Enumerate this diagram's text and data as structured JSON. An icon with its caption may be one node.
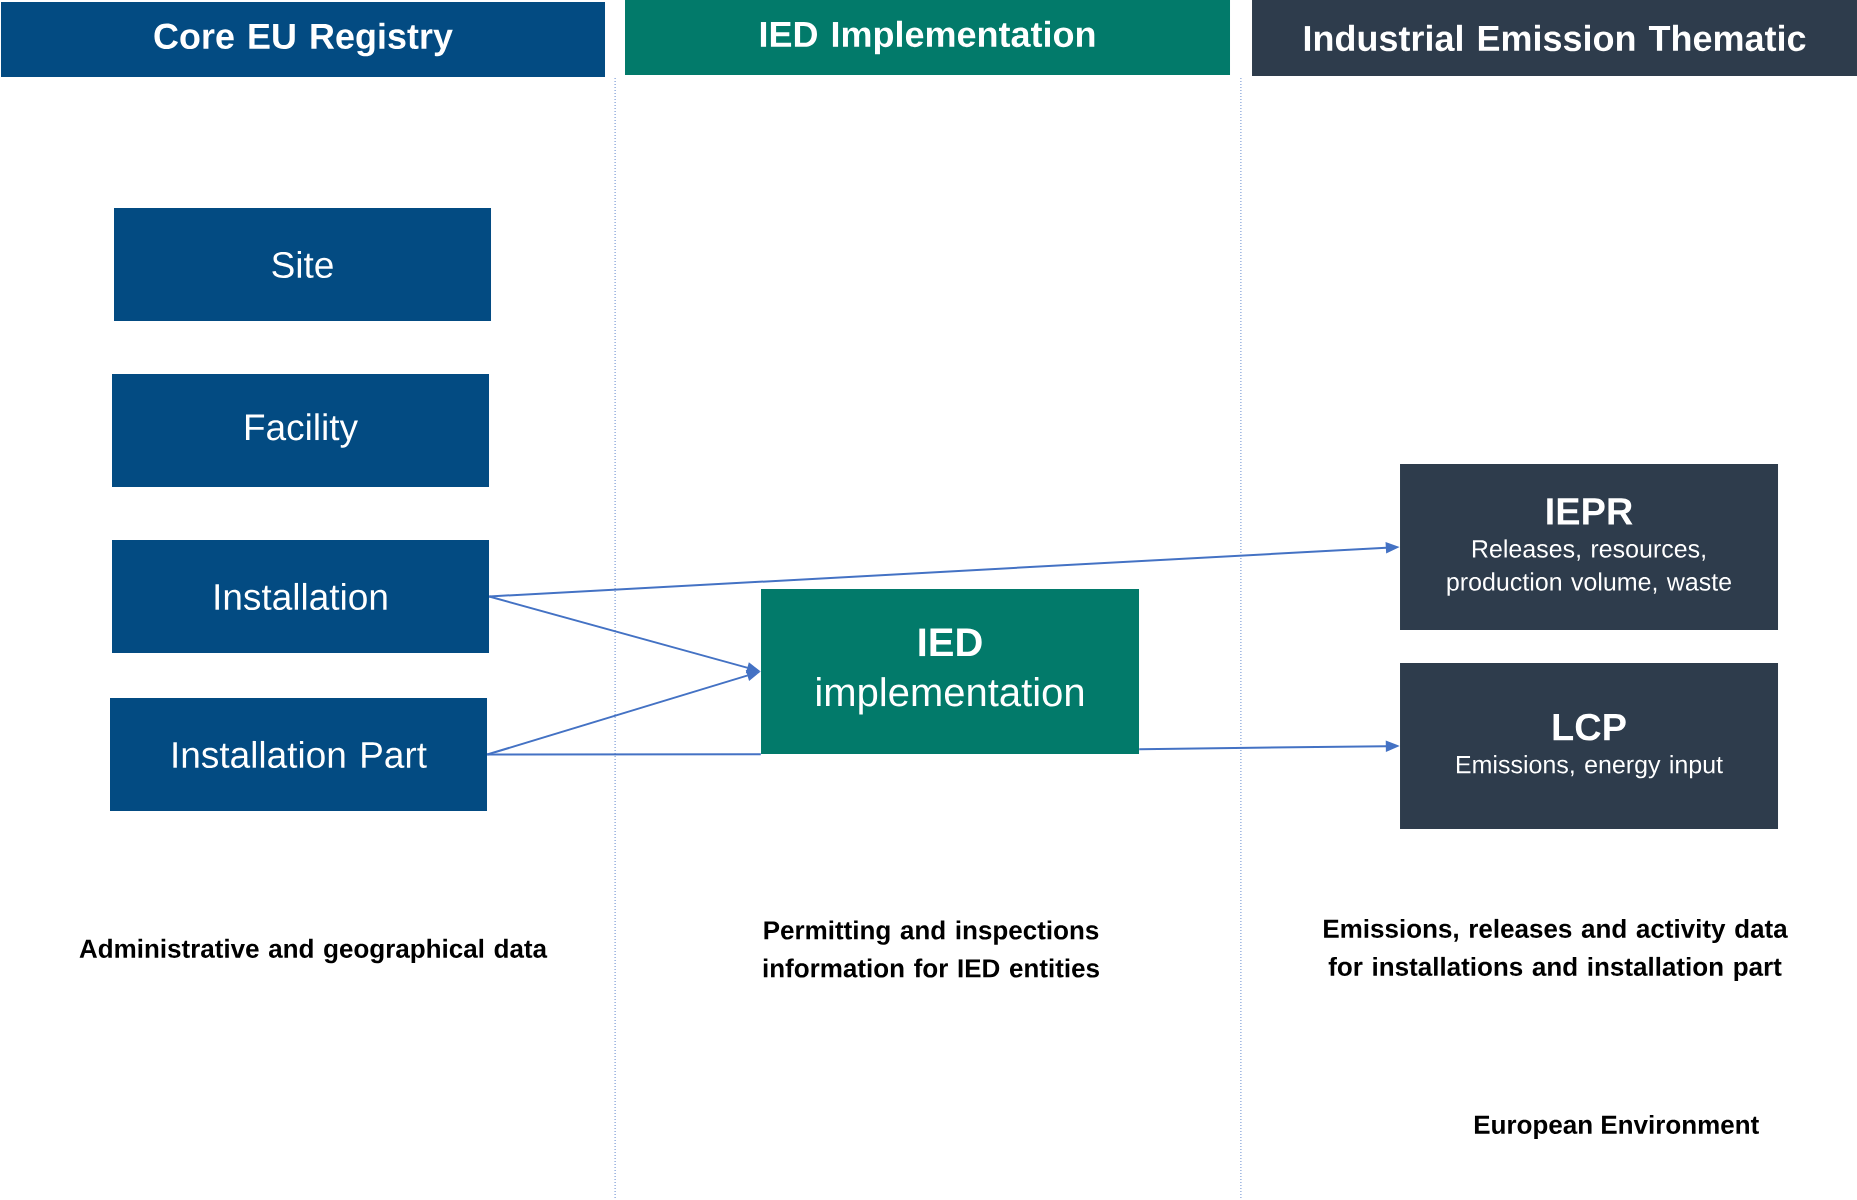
{
  "diagram": {
    "nodes": [
      {
        "text": [
          "Core EU Registry"
        ]
      },
      {
        "text": [
          "IED Implementation"
        ]
      },
      {
        "text": [
          "Industrial Emission Thematic"
        ]
      },
      {
        "text": [
          "Site"
        ]
      },
      {
        "text": [
          "Facility"
        ]
      },
      {
        "text": [
          "Installation"
        ]
      },
      {
        "text": [
          "Installation Part"
        ]
      },
      {
        "text": [
          "IED",
          "implementation"
        ]
      },
      {
        "text": [
          "IEPR",
          "Releases, resources, production volume, waste"
        ]
      },
      {
        "text": [
          "LCP",
          "Emissions, energy input"
        ]
      }
    ],
    "edges": [
      {
        "from": 5,
        "to": 8,
        "arrow": "to"
      },
      {
        "from": 5,
        "to": 7,
        "arrow": "to"
      },
      {
        "from": 6,
        "to": 7,
        "arrow": "to"
      },
      {
        "from": 6,
        "to": 7,
        "arrow": "none"
      },
      {
        "from": 7,
        "to": 9,
        "arrow": "to"
      }
    ],
    "labels": [
      "Administrative and geographical data",
      "Permitting and inspections information for IED entities",
      "Emissions, releases and activity data for installations and installation part",
      "European Environment"
    ]
  }
}
